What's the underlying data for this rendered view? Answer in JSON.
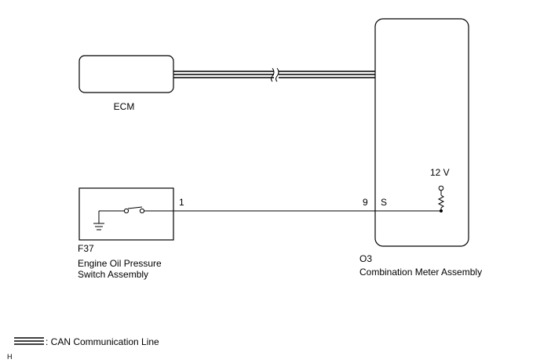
{
  "ecm": {
    "label": "ECM"
  },
  "oil_switch": {
    "code": "F37",
    "name_line1": "Engine Oil Pressure",
    "name_line2": "Switch Assembly",
    "pin": "1"
  },
  "meter": {
    "code": "O3",
    "name": "Combination Meter Assembly",
    "pin": "9",
    "terminal": "S",
    "supply_voltage": "12 V"
  },
  "legend": {
    "label": ": CAN Communication Line"
  },
  "footer": {
    "code": "H"
  },
  "icons": [
    "ground-icon",
    "switch-icon",
    "resistor-icon",
    "power-supply-icon"
  ]
}
